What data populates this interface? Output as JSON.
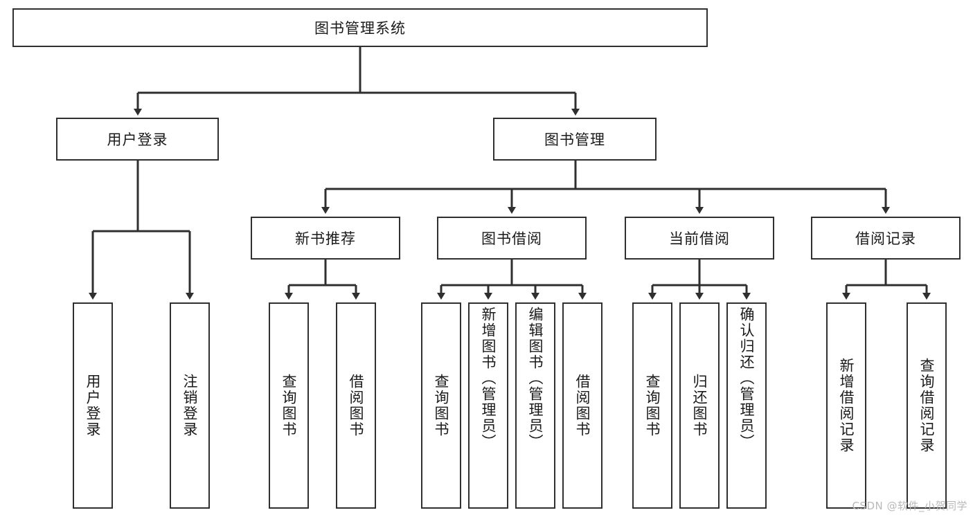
{
  "diagram": {
    "title": "图书管理系统",
    "watermark": "CSDN @软件_小贺同学",
    "colors": {
      "stroke": "#2f2f2f",
      "fill": "#ffffff",
      "text": "#1a1a1a",
      "watermark": "#b9b9b9"
    },
    "root": {
      "label": "图书管理系统"
    },
    "level1": [
      {
        "label": "用户登录"
      },
      {
        "label": "图书管理"
      }
    ],
    "level2": [
      {
        "label": "新书推荐"
      },
      {
        "label": "图书借阅"
      },
      {
        "label": "当前借阅"
      },
      {
        "label": "借阅记录"
      }
    ],
    "leaves": {
      "user_login": [
        {
          "label": "用户登录"
        },
        {
          "label": "注销登录"
        }
      ],
      "new_book": [
        {
          "label": "查询图书"
        },
        {
          "label": "借阅图书"
        }
      ],
      "borrow": [
        {
          "label": "查询图书"
        },
        {
          "label": "新增图书（管理员）"
        },
        {
          "label": "编辑图书（管理员）"
        },
        {
          "label": "借阅图书"
        }
      ],
      "current": [
        {
          "label": "查询图书"
        },
        {
          "label": "归还图书"
        },
        {
          "label": "确认归还（管理员）"
        }
      ],
      "records": [
        {
          "label": "新增借阅记录"
        },
        {
          "label": "查询借阅记录"
        }
      ]
    }
  }
}
